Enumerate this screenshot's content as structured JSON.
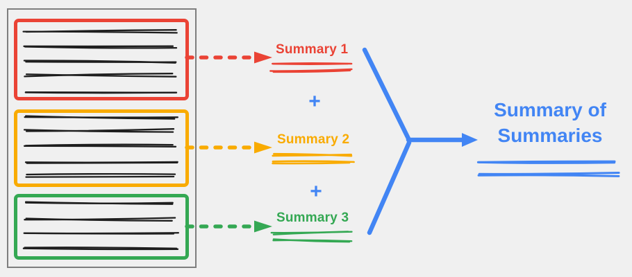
{
  "diagram": {
    "document": {
      "description": "source document with three highlighted text sections",
      "sections": [
        {
          "id": "section-1",
          "color_name": "red",
          "text_line_count": 5
        },
        {
          "id": "section-2",
          "color_name": "orange",
          "text_line_count": 5
        },
        {
          "id": "section-3",
          "color_name": "green",
          "text_line_count": 4
        }
      ]
    },
    "summaries": [
      {
        "label": "Summary 1",
        "color": "#EA4335"
      },
      {
        "label": "Summary 2",
        "color": "#F9AB00"
      },
      {
        "label": "Summary 3",
        "color": "#34A853"
      }
    ],
    "operators": [
      "+",
      "+"
    ],
    "result": {
      "label": "Summary of Summaries",
      "color": "#4285F4"
    }
  },
  "colors": {
    "background": "#F0F0F0",
    "red": "#EA4335",
    "orange": "#F9AB00",
    "green": "#34A853",
    "blue": "#4285F4",
    "ink": "#1E1E1E",
    "document_border": "#7E7E7E"
  }
}
